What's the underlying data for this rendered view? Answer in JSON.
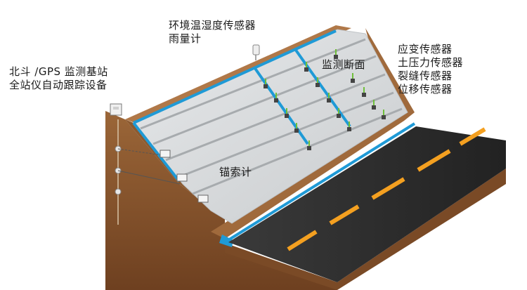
{
  "labels": {
    "env_sensor": [
      "环境温湿度传感器",
      "雨量计"
    ],
    "base_station": [
      "北斗 /GPS 监测基站",
      "全站仪自动跟踪设备"
    ],
    "monitoring_section": "监测断面",
    "sensor_list": [
      "应变传感器",
      "土压力传感器",
      "裂缝传感器",
      "位移传感器"
    ],
    "anchor_meter": "锚索计"
  },
  "colors": {
    "slope_face": "#d9dcde",
    "soil_light": "#b07848",
    "soil_dark": "#7a4a26",
    "soil_side": "#8c5a30",
    "road": "#2b2b2b",
    "road_edge": "#111111",
    "lane_line": "#f4a020",
    "drain": "#1f9ad6",
    "anchor_line": "#9aa0a4",
    "sensor_green": "#6fbf3a"
  },
  "icons": {
    "base_station": "monitoring-box-icon",
    "env_sensor": "weather-station-icon",
    "sensor": "sensor-node-icon",
    "anchor": "anchor-head-icon"
  }
}
